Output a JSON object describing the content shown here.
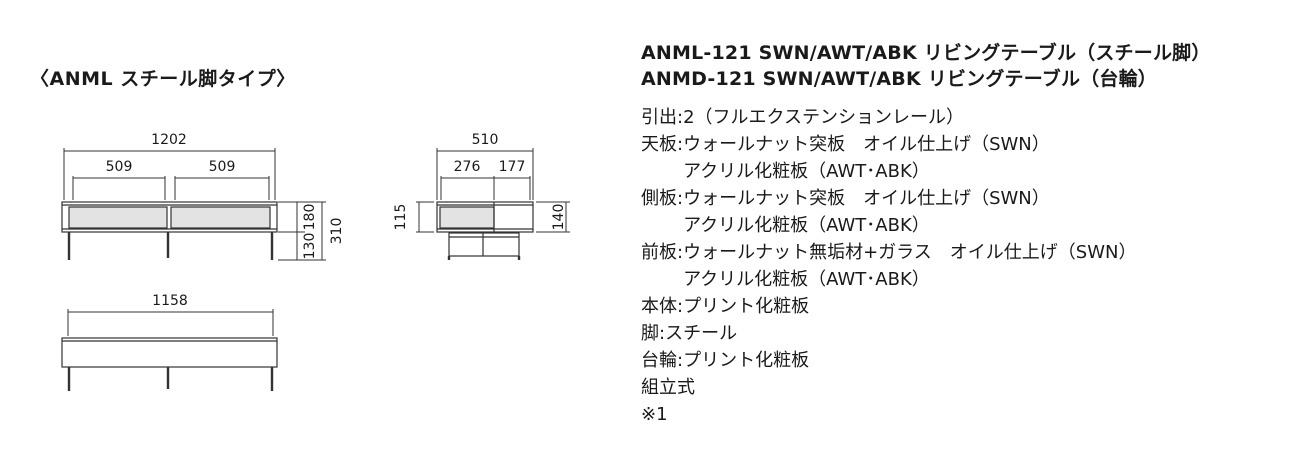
{
  "section_title": "〈ANML スチール脚タイプ〉",
  "dims": {
    "front_width": "1202",
    "front_drawer_left": "509",
    "front_drawer_right": "509",
    "front_body_height": "180",
    "front_leg_height": "130",
    "front_total_height": "310",
    "side_depth": "510",
    "side_part_a": "276",
    "side_part_b": "177",
    "side_left_height": "115",
    "side_right_height": "140",
    "top_width": "1158"
  },
  "models": [
    "ANML-121 SWN/AWT/ABK リビングテーブル（スチール脚）",
    "ANMD-121 SWN/AWT/ABK リビングテーブル（台輪）"
  ],
  "specs": [
    {
      "label": "引出:",
      "values": [
        "2（フルエクステンションレール）"
      ]
    },
    {
      "label": "天板:",
      "values": [
        "ウォールナット突板　オイル仕上げ（SWN）",
        "アクリル化粧板（AWT･ABK）"
      ]
    },
    {
      "label": "側板:",
      "values": [
        "ウォールナット突板　オイル仕上げ（SWN）",
        "アクリル化粧板（AWT･ABK）"
      ]
    },
    {
      "label": "前板:",
      "values": [
        "ウォールナット無垢材+ガラス　オイル仕上げ（SWN）",
        "アクリル化粧板（AWT･ABK）"
      ]
    },
    {
      "label": "本体:",
      "values": [
        "プリント化粧板"
      ]
    },
    {
      "label": "脚:",
      "values": [
        "スチール"
      ]
    },
    {
      "label": "台輪:",
      "values": [
        "プリント化粧板"
      ]
    },
    {
      "label": "",
      "values": [
        "組立式"
      ]
    },
    {
      "label": "",
      "values": [
        "※1"
      ]
    }
  ]
}
